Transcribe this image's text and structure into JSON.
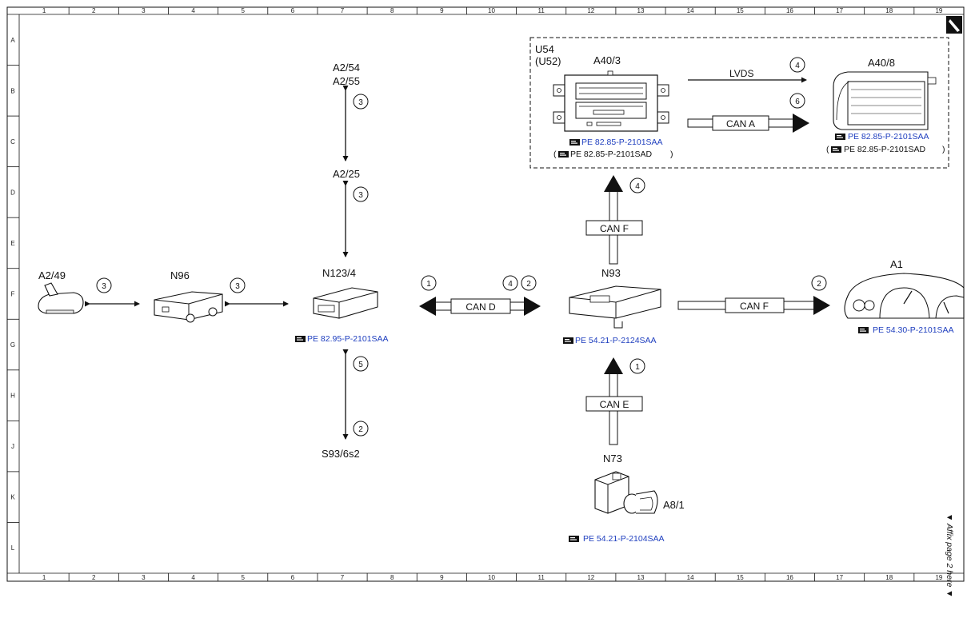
{
  "grid": {
    "columns": [
      "1",
      "2",
      "3",
      "4",
      "5",
      "6",
      "7",
      "8",
      "9",
      "10",
      "11",
      "12",
      "13",
      "14",
      "15",
      "16",
      "17",
      "18",
      "19"
    ],
    "rows": [
      "A",
      "B",
      "C",
      "D",
      "E",
      "F",
      "G",
      "H",
      "J",
      "K",
      "L"
    ]
  },
  "components": {
    "a2_49": "A2/49",
    "n96": "N96",
    "n123_4": "N123/4",
    "a2_54": "A2/54",
    "a2_55": "A2/55",
    "a2_25": "A2/25",
    "s93_6s2": "S93/6s2",
    "n93": "N93",
    "n73": "N73",
    "a8_1": "A8/1",
    "a1": "A1",
    "u54": "U54",
    "u52": "(U52)",
    "a40_3": "A40/3",
    "a40_8": "A40/8"
  },
  "buses": {
    "can_d": "CAN D",
    "can_f_vertical": "CAN F",
    "can_f_horizontal": "CAN F",
    "can_e": "CAN E",
    "can_a": "CAN A",
    "lvds": "LVDS"
  },
  "circle_numbers": {
    "a2_49_to_n96": "3",
    "n96_to_n123": "3",
    "a2_54_link": "3",
    "a2_25_link": "3",
    "n123_to_s93_top": "5",
    "n123_to_s93_bottom": "2",
    "can_d_left": "1",
    "can_d_right_a": "4",
    "can_d_right_b": "2",
    "can_f_up": "4",
    "can_f_right": "2",
    "can_e": "1",
    "lvds": "4",
    "can_a": "6"
  },
  "references": {
    "n123_4": "PE 82.95-P-2101SAA",
    "n93": "PE 54.21-P-2124SAA",
    "n73": "PE 54.21-P-2104SAA",
    "a1": "PE 54.30-P-2101SAA",
    "a40_3_main": "PE 82.85-P-2101SAA",
    "a40_3_alt": "PE 82.85-P-2101SAD",
    "a40_8_main": "PE 82.85-P-2101SAA",
    "a40_8_alt": "PE 82.85-P-2101SAD"
  },
  "affix_note": "▼ Affix page 2 here ▼",
  "colors": {
    "reference_link": "#1f3fbf",
    "line": "#111111"
  }
}
